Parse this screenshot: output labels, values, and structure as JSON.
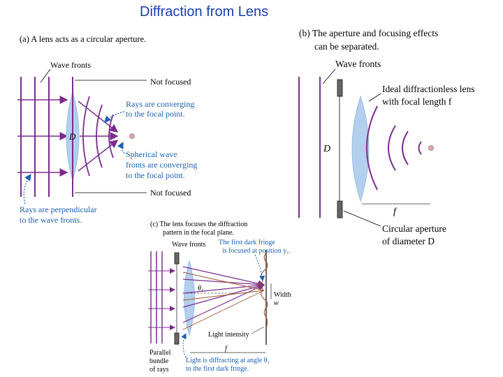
{
  "title": "Diffraction from Lens",
  "panel_a": {
    "caption": "(a) A lens acts as a circular aperture.",
    "wave_fronts": "Wave fronts",
    "not_focused_top": "Not focused",
    "not_focused_bottom": "Not focused",
    "converging_1": "Rays are converging",
    "converging_2": "to the focal point.",
    "spherical_1": "Spherical wave",
    "spherical_2": "fronts are converging",
    "spherical_3": "to the focal point.",
    "diameter": "D",
    "perp_1": "Rays are perpendicular",
    "perp_2": "to the wave fronts."
  },
  "panel_b": {
    "caption_1": "(b) The aperture and focusing effects",
    "caption_2": "can be separated.",
    "wave_fronts": "Wave fronts",
    "lens_1": "Ideal diffractionless lens",
    "lens_2": "with focal length f",
    "diameter": "D",
    "focal": "f",
    "aperture_1": "Circular aperture",
    "aperture_2": "of diameter D"
  },
  "panel_c": {
    "caption_1": "(c) The lens focuses the diffraction",
    "caption_2": "pattern in the focal plane.",
    "wave_fronts": "Wave fronts",
    "fringe_1": "The first dark fringe",
    "fringe_2": "is focused at position y₁.",
    "theta": "θ₁",
    "width_1": "Width",
    "width_2": "w",
    "intensity": "Light intensity",
    "focal": "f",
    "parallel_1": "Parallel",
    "parallel_2": "bundle",
    "parallel_3": "of rays",
    "diffract_1": "Light is diffracting at angle θ₁",
    "diffract_2": "to the first dark fringe."
  },
  "colors": {
    "ray": "#7b2d8e",
    "lens": "#b3cfee",
    "annotation": "#1a5fb4",
    "title": "#1a3db0"
  }
}
